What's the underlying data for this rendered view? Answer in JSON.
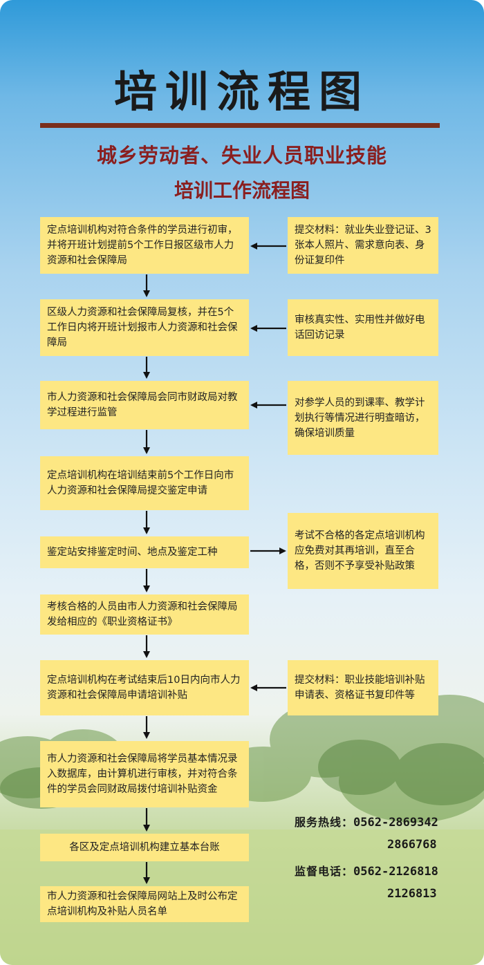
{
  "title": "培训流程图",
  "subtitle": {
    "line1": "城乡劳动者、失业人员职业技能",
    "line2": "培训工作流程图"
  },
  "steps": [
    "定点培训机构对符合条件的学员进行初审，并将开班计划提前5个工作日报区级市人力资源和社会保障局",
    "区级人力资源和社会保障局复核，并在5个工作日内将开班计划报市人力资源和社会保障局",
    "市人力资源和社会保障局会同市财政局对教学过程进行监管",
    "定点培训机构在培训结束前5个工作日向市人力资源和社会保障局提交鉴定申请",
    "鉴定站安排鉴定时间、地点及鉴定工种",
    "考核合格的人员由市人力资源和社会保障局发给相应的《职业资格证书》",
    "定点培训机构在考试结束后10日内向市人力资源和社会保障局申请培训补贴",
    "市人力资源和社会保障局将学员基本情况录入数据库，由计算机进行审核，并对符合条件的学员会同财政局拨付培训补贴资金",
    "各区及定点培训机构建立基本台账",
    "市人力资源和社会保障局网站上及时公布定点培训机构及补贴人员名单"
  ],
  "notes": [
    "提交材料：就业失业登记证、3张本人照片、需求意向表、身份证复印件",
    "审核真实性、实用性并做好电话回访记录",
    "对参学人员的到课率、教学计划执行等情况进行明查暗访，确保培训质量",
    "考试不合格的各定点培训机构应免费对其再培训，直至合格，否则不予享受补贴政策",
    "提交材料：职业技能培训补贴申请表、资格证书复印件等"
  ],
  "contact": {
    "hotline_label": "服务热线：",
    "hotline_1": "0562-2869342",
    "hotline_2": "2866768",
    "supervise_label": "监督电话：",
    "supervise_1": "0562-2126818",
    "supervise_2": "2126813"
  },
  "colors": {
    "box": "#fde783",
    "title_rule": "#7a2f1c",
    "subtitle": "#8a1f1f"
  }
}
